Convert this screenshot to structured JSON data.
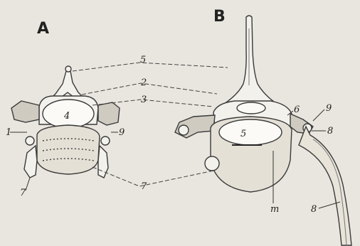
{
  "panels": {
    "a": "A",
    "b": "B"
  },
  "labels": {
    "spinous": "5",
    "cranial_articular": "2",
    "transverse": "3",
    "body_a": "4",
    "lateral_a": "1",
    "right_a": "9",
    "lower_a": "7",
    "body_b": "5",
    "arch_b": "6",
    "b_9": "9",
    "b_8": "8",
    "rib_b": "8",
    "b_m": "m",
    "bottom_7": "7"
  }
}
